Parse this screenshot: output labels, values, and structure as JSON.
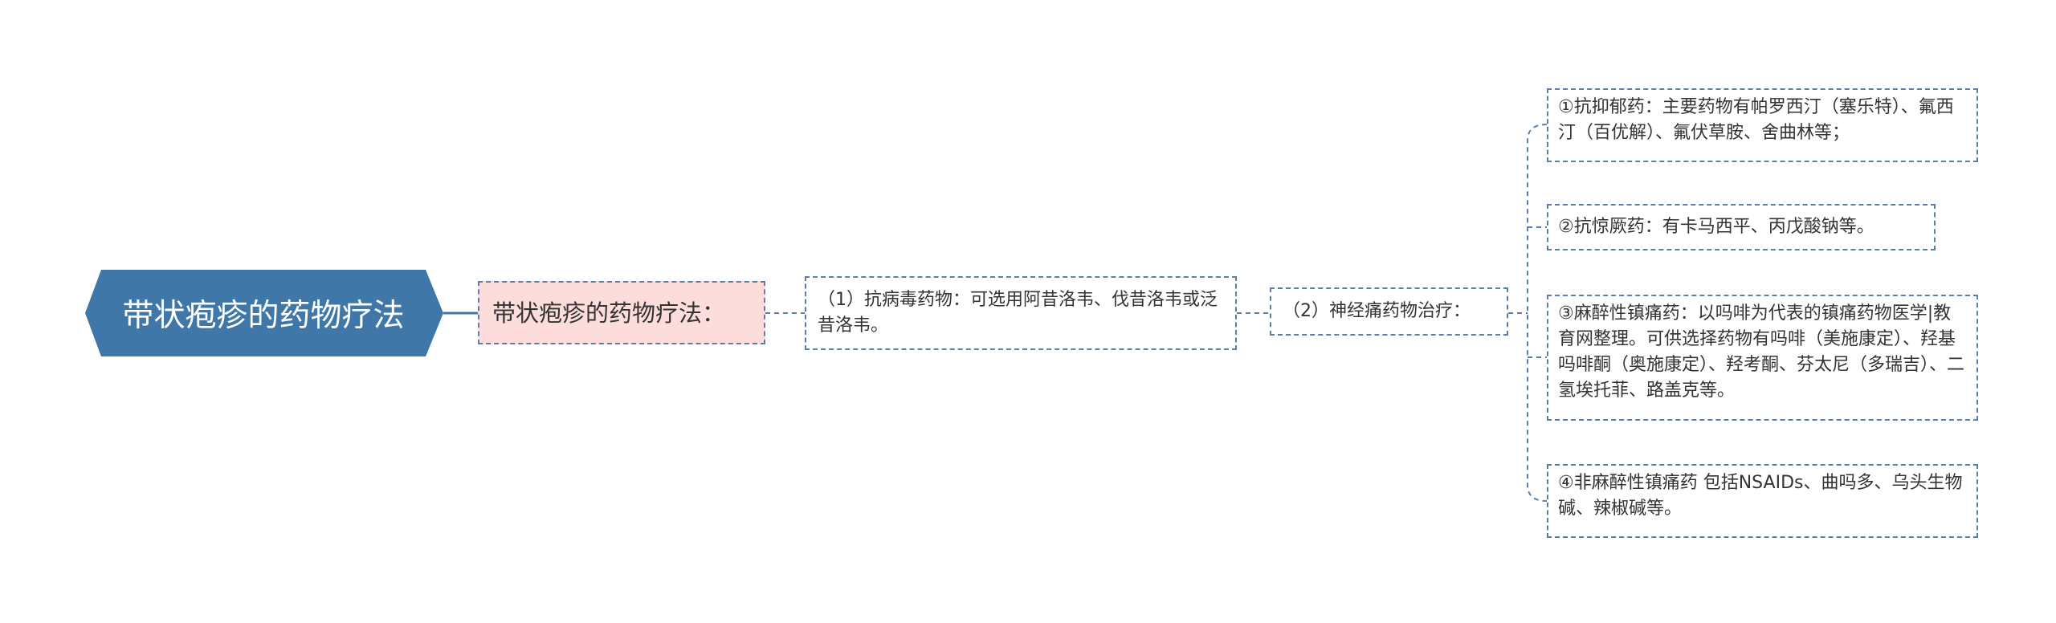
{
  "root": {
    "label": "带状疱疹的药物疗法",
    "color": "#3f78a8"
  },
  "level1": {
    "label": "带状疱疹的药物疗法：",
    "fill": "#fddcdc"
  },
  "level2": {
    "label": "（1）抗病毒药物：可选用阿昔洛韦、伐昔洛韦或泛昔洛韦。"
  },
  "level3": {
    "label": "（2）神经痛药物治疗："
  },
  "leaves": [
    {
      "label": "①抗抑郁药：主要药物有帕罗西汀（塞乐特）、氟西汀（百优解）、氟伏草胺、舍曲林等；"
    },
    {
      "label": "②抗惊厥药：有卡马西平、丙戊酸钠等。"
    },
    {
      "label": "③麻醉性镇痛药：以吗啡为代表的镇痛药物医学|教育网整理。可供选择药物有吗啡（美施康定）、羟基吗啡酮（奥施康定）、羟考酮、芬太尼（多瑞吉）、二氢埃托菲、路盖克等。"
    },
    {
      "label": "④非麻醉性镇痛药 包括NSAIDs、曲吗多、乌头生物碱、辣椒碱等。"
    }
  ],
  "style": {
    "connector_color": "#5b7fa6",
    "text_color": "#333333"
  }
}
